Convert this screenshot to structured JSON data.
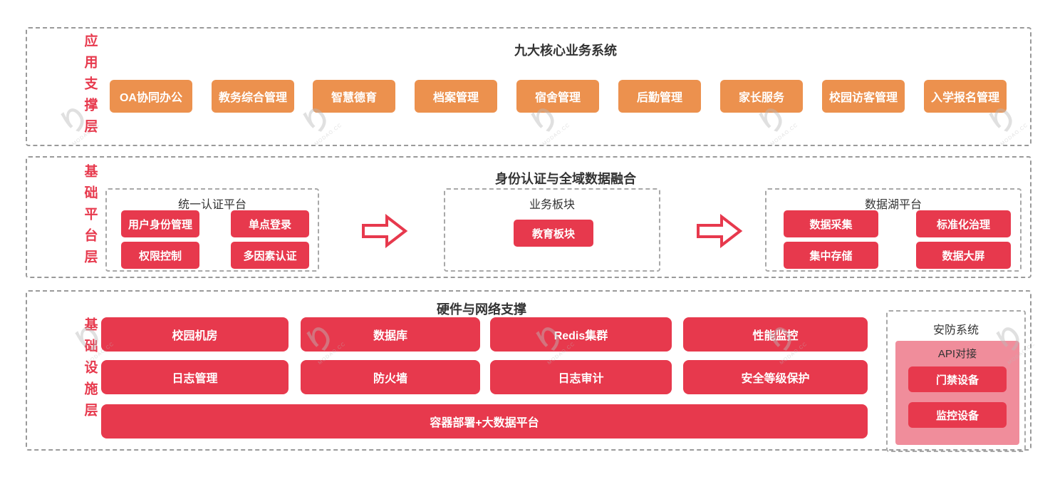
{
  "layers": {
    "app": {
      "label": "应用支撑层",
      "title": "九大核心业务系统",
      "systems": [
        "OA协同办公",
        "教务综合管理",
        "智慧德育",
        "档案管理",
        "宿舍管理",
        "后勤管理",
        "家长服务",
        "校园访客管理",
        "入学报名管理"
      ]
    },
    "platform": {
      "label": "基础平台层",
      "title": "身份认证与全域数据融合",
      "panels": {
        "auth": {
          "title": "统一认证平台",
          "items": [
            "用户身份管理",
            "单点登录",
            "权限控制",
            "多因素认证"
          ]
        },
        "business": {
          "title": "业务板块",
          "items": [
            "教育板块"
          ]
        },
        "datalake": {
          "title": "数据湖平台",
          "items": [
            "数据采集",
            "标准化治理",
            "集中存储",
            "数据大屏"
          ]
        }
      }
    },
    "infra": {
      "label": "基础设施层",
      "title": "硬件与网络支撑",
      "row1": [
        "校园机房",
        "数据库",
        "Redis集群",
        "性能监控"
      ],
      "row2": [
        "日志管理",
        "防火墙",
        "日志审计",
        "安全等级保护"
      ],
      "row3": "容器部署+大数据平台",
      "security": {
        "title": "安防系统",
        "subtitle": "API对接",
        "items": [
          "门禁设备",
          "监控设备"
        ]
      }
    }
  },
  "watermark": {
    "glyph": "り",
    "text": "MODAO.CC"
  },
  "colors": {
    "accent_red": "#e7394d",
    "accent_orange": "#ec914e",
    "accent_pink": "#f08d9b",
    "dashed_border": "#9a9a9a",
    "title_text": "#333333"
  }
}
